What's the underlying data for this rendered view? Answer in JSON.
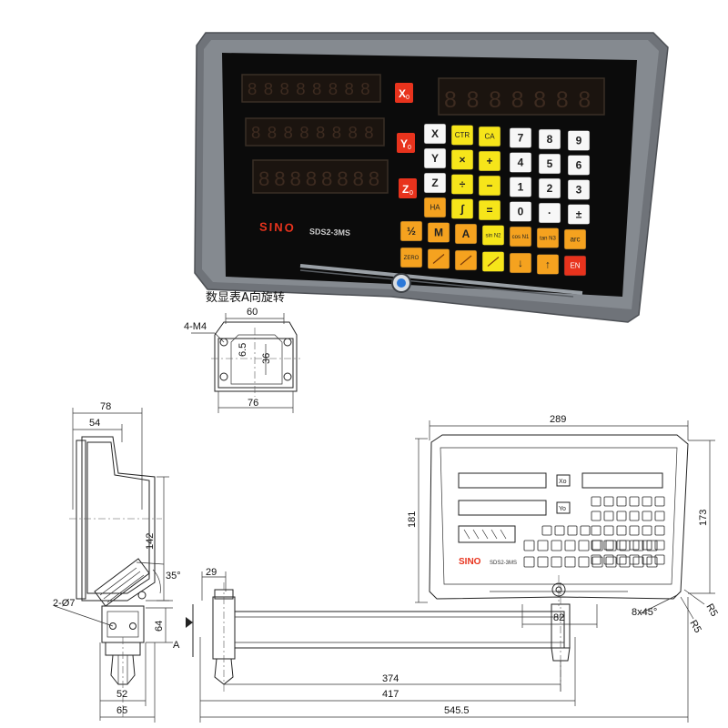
{
  "panel": {
    "brand": "SINO",
    "model": "SDS2-3MS",
    "axis_keys": [
      "X",
      "Y",
      "Z"
    ],
    "axis_sub": "0",
    "readout_digits": "8.8.8.8.8.8.8.8",
    "keys": [
      [
        "X",
        "CTR",
        "CA",
        "7",
        "8",
        "9"
      ],
      [
        "Y",
        "×",
        "+",
        "4",
        "5",
        "6"
      ],
      [
        "Z",
        "÷",
        "−",
        "1",
        "2",
        "3"
      ],
      [
        "HA",
        "∫",
        "=",
        "0",
        "·",
        "±"
      ],
      [
        "½",
        "M",
        "A",
        "sin N2",
        "cos N1",
        "tan N3",
        "arc"
      ],
      [
        "ZERO",
        "",
        "",
        "",
        "↓",
        "↑",
        "EN"
      ]
    ],
    "colors": {
      "frame": "#7a7e84",
      "face": "#0c0c0c",
      "readout": "#1a1410",
      "red_key": "#e8331d",
      "yellow_key": "#f6e51a",
      "orange_key": "#f5a21f",
      "white_key": "#f7f7f7"
    }
  },
  "labels": {
    "view_title": "数显表A向旋转",
    "mount_holes": "4-M4",
    "side_holes": "2-Ø7",
    "view_arrow": "A",
    "angle_tilt": "35°",
    "chamfer": "8x45°",
    "radius_1": "R5",
    "radius_2": "R5"
  },
  "dimensions": {
    "mount_top": "60",
    "mount_bottom": "76",
    "mount_height": "36",
    "mount_offset": "6.5",
    "side_top_1": "78",
    "side_top_2": "54",
    "side_height": "142",
    "side_bottom_1": "52",
    "side_bottom_2": "65",
    "bracket_height": "64",
    "bracket_width": "29",
    "front_width": "289",
    "front_height_left": "181",
    "front_height_right": "173",
    "front_mount": "82",
    "arm_1": "374",
    "arm_2": "417",
    "arm_3": "545.5"
  }
}
